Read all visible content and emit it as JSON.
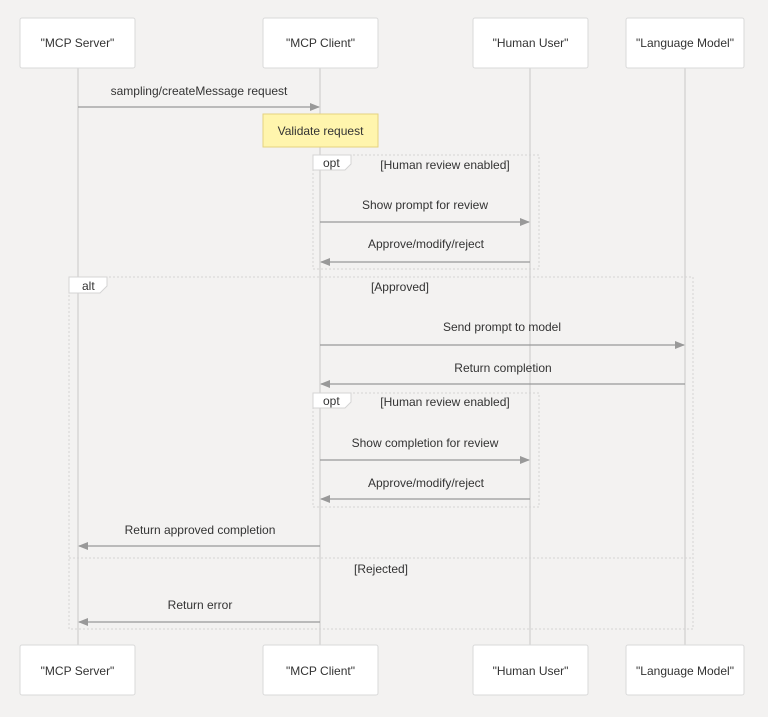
{
  "participants": [
    {
      "id": "server",
      "label": "\"MCP Server\""
    },
    {
      "id": "client",
      "label": "\"MCP Client\""
    },
    {
      "id": "user",
      "label": "\"Human User\""
    },
    {
      "id": "model",
      "label": "\"Language Model\""
    }
  ],
  "messages": [
    {
      "id": "m1",
      "from": "server",
      "to": "client",
      "label": "sampling/createMessage request"
    },
    {
      "id": "m2",
      "from": "client",
      "to": "user",
      "label": "Show prompt for review"
    },
    {
      "id": "m3",
      "from": "user",
      "to": "client",
      "label": "Approve/modify/reject"
    },
    {
      "id": "m4",
      "from": "client",
      "to": "model",
      "label": "Send prompt to model"
    },
    {
      "id": "m5",
      "from": "model",
      "to": "client",
      "label": "Return completion"
    },
    {
      "id": "m6",
      "from": "client",
      "to": "user",
      "label": "Show completion for review"
    },
    {
      "id": "m7",
      "from": "user",
      "to": "client",
      "label": "Approve/modify/reject"
    },
    {
      "id": "m8",
      "from": "client",
      "to": "server",
      "label": "Return approved completion"
    },
    {
      "id": "m9",
      "from": "client",
      "to": "server",
      "label": "Return error"
    }
  ],
  "note": {
    "label": "Validate request"
  },
  "fragments": [
    {
      "id": "opt1",
      "keyword": "opt",
      "condition": "[Human review enabled]"
    },
    {
      "id": "alt1",
      "keyword": "alt",
      "condition": "[Approved]",
      "else_condition": "[Rejected]"
    },
    {
      "id": "opt2",
      "keyword": "opt",
      "condition": "[Human review enabled]"
    }
  ],
  "colors": {
    "background": "#f3f2f1",
    "participant_fill": "#ffffff",
    "participant_border": "#d9d9d9",
    "lifeline": "#c8c8c8",
    "arrow": "#999999",
    "note_fill": "#fff5ad",
    "note_border": "#e6d280",
    "fragment_border": "#d4d4d4",
    "text": "#333333"
  }
}
